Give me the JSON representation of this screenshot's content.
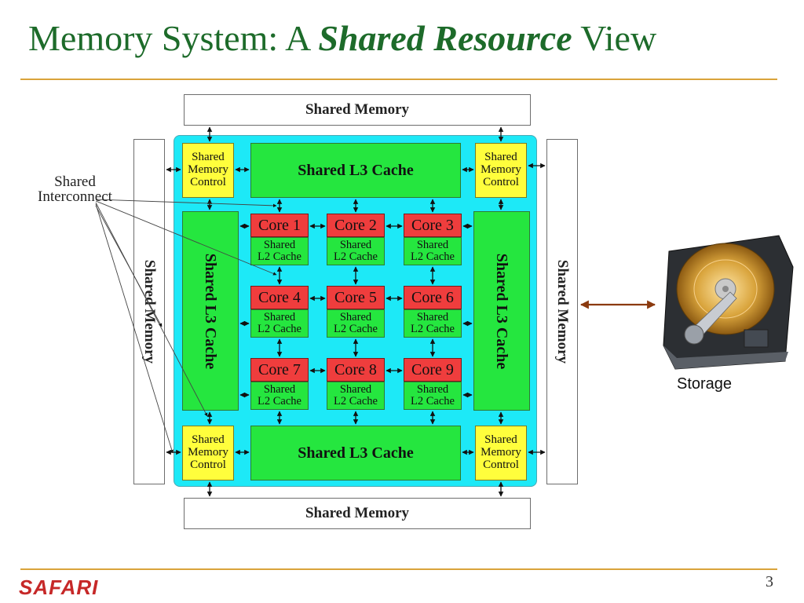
{
  "slide": {
    "title_pre": "Memory System: A ",
    "title_em": "Shared Resource",
    "title_post": " View",
    "page_number": "3",
    "logo_text": "SAFARI",
    "accent_color": "#1d6b2a",
    "rule_color": "#d9a33a"
  },
  "diagram": {
    "shared_memory": "Shared Memory",
    "shared_l3_cache": "Shared L3 Cache",
    "memory_control": "Shared Memory Control",
    "l2_cache": "Shared L2 Cache",
    "cores": [
      "Core 1",
      "Core 2",
      "Core 3",
      "Core 4",
      "Core 5",
      "Core 6",
      "Core 7",
      "Core 8",
      "Core 9"
    ],
    "interconnect_label": "Shared Interconnect",
    "storage_label": "Storage",
    "colors": {
      "chip": "#1de9f7",
      "l3": "#25e63f",
      "control": "#fffe3c",
      "core": "#ef3d3d",
      "storage_arrow": "#8b3a0f"
    },
    "icons": [
      "hard-disk-drive-icon"
    ]
  }
}
